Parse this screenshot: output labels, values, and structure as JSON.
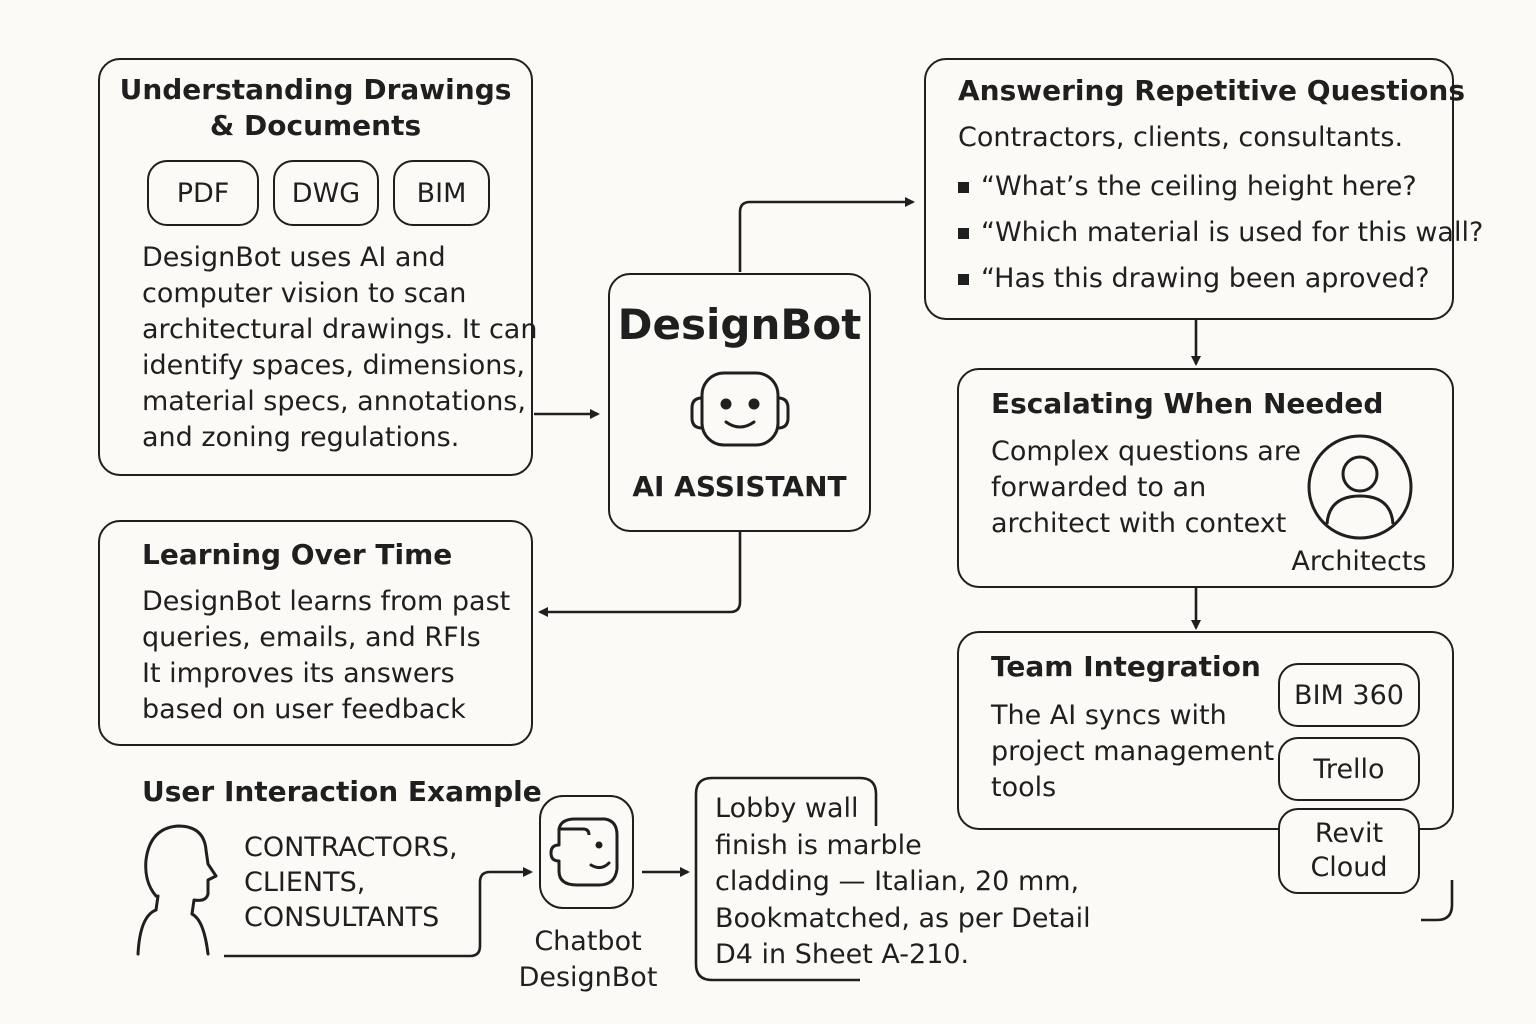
{
  "understanding": {
    "title_lines": [
      "Understanding Drawings",
      "& Documents"
    ],
    "formats": [
      "PDF",
      "DWG",
      "BIM"
    ],
    "body_lines": [
      "DesignBot uses AI and",
      "computer vision to scan",
      "architectural drawings. It can",
      "identify spaces, dimensions,",
      "material specs, annotations,",
      "and zoning regulations."
    ]
  },
  "designbot": {
    "name": "DesignBot",
    "subtitle": "AI ASSISTANT",
    "icon": "robot-face-icon"
  },
  "answering": {
    "title": "Answering Repetitive Questions",
    "intro": "Contractors, clients, consultants.",
    "questions": [
      "“What’s the ceiling height here?",
      "“Which material is used for this wall?",
      "“Has this drawing been aproved?"
    ]
  },
  "escalating": {
    "title": "Escalating When Needed",
    "body_lines": [
      "Complex questions are",
      "forwarded to an",
      "architect with context"
    ],
    "icon": "architect-person-icon",
    "icon_label": "Architects"
  },
  "learning": {
    "title": "Learning Over Time",
    "body_lines": [
      "DesignBot learns from past",
      "queries, emails, and RFIs",
      "It improves its answers",
      "based on user feedback"
    ]
  },
  "team": {
    "title": "Team Integration",
    "body_lines": [
      "The AI syncs with",
      "project management",
      "tools"
    ],
    "tools": [
      {
        "lines": [
          "BIM 360"
        ]
      },
      {
        "lines": [
          "Trello"
        ]
      },
      {
        "lines": [
          "Revit",
          "Cloud"
        ]
      }
    ]
  },
  "interaction": {
    "title": "User Interaction Example",
    "user_icon": "user-head-icon",
    "user_lines": [
      "CONTRACTORS,",
      "CLIENTS,",
      "CONSULTANTS"
    ],
    "chatbot_icon": "chatbot-face-icon",
    "chatbot_lines": [
      "Chatbot",
      "DesignBot"
    ],
    "response_lines": [
      "Lobby wall",
      "finish is marble",
      "cladding — Italian, 20 mm,",
      "Bookmatched, as per Detail",
      "D4 in Sheet A-210."
    ]
  }
}
